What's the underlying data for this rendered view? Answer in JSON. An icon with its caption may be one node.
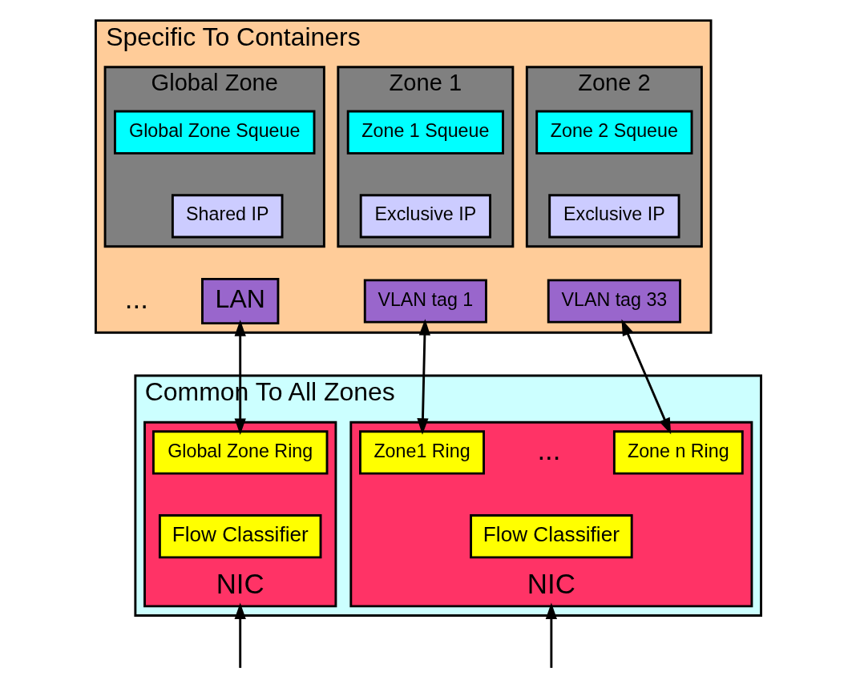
{
  "diagram": {
    "nodes": [
      {
        "text": [
          "Specific To Containers"
        ]
      },
      {
        "text": [
          "Global Zone"
        ],
        "in": 0
      },
      {
        "text": [
          "Global Zone Squeue"
        ],
        "in": 1
      },
      {
        "text": [
          "Shared IP"
        ],
        "in": 1
      },
      {
        "text": [
          "LAN"
        ],
        "in": 0
      },
      {
        "text": [
          "Zone 1"
        ],
        "in": 0
      },
      {
        "text": [
          "Zone 1 Squeue"
        ],
        "in": 5
      },
      {
        "text": [
          "Exclusive IP"
        ],
        "in": 5
      },
      {
        "text": [
          "VLAN tag 1"
        ],
        "in": 0
      },
      {
        "text": [
          "Zone 2"
        ],
        "in": 0
      },
      {
        "text": [
          "Zone 2 Squeue"
        ],
        "in": 9
      },
      {
        "text": [
          "Exclusive IP"
        ],
        "in": 9
      },
      {
        "text": [
          "VLAN tag 33"
        ],
        "in": 0
      },
      {
        "text": [
          "Common To All Zones"
        ]
      },
      {
        "text": [
          "NIC"
        ],
        "in": 13
      },
      {
        "text": [
          "Global Zone Ring"
        ],
        "in": 14
      },
      {
        "text": [
          "Flow Classifier"
        ],
        "in": 14
      },
      {
        "text": [
          "NIC"
        ],
        "in": 13
      },
      {
        "text": [
          "Zone1 Ring"
        ],
        "in": 17
      },
      {
        "text": [
          "Zone n Ring"
        ],
        "in": 17
      },
      {
        "text": [
          "Flow Classifier"
        ],
        "in": 17
      }
    ],
    "edges": [
      {
        "from": 4,
        "to": 15,
        "arrow": "both"
      },
      {
        "from": 8,
        "to": 18,
        "arrow": "both"
      },
      {
        "from": 12,
        "to": 19,
        "arrow": "both"
      },
      {
        "from": null,
        "to": 14,
        "arrow": "to"
      },
      {
        "from": null,
        "to": 17,
        "arrow": "to"
      }
    ],
    "labels": [
      "...",
      "..."
    ]
  }
}
